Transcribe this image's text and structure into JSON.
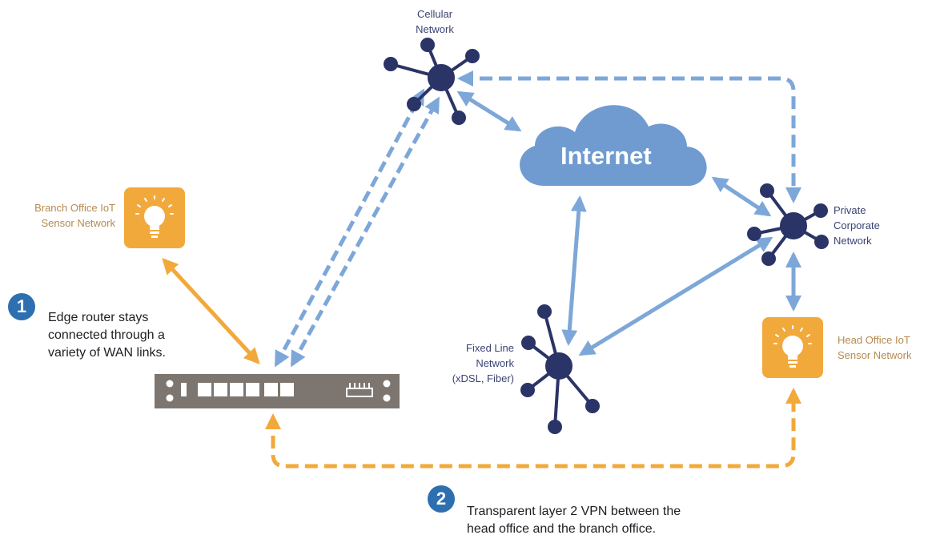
{
  "nodes": {
    "cellular": {
      "label": "Cellular\nNetwork"
    },
    "internet": {
      "label": "Internet"
    },
    "private_corporate": {
      "label": "Private\nCorporate\nNetwork"
    },
    "fixed_line": {
      "label": "Fixed Line\nNetwork\n(xDSL, Fiber)"
    },
    "branch_iot": {
      "label": "Branch Office IoT\nSensor Network"
    },
    "head_iot": {
      "label": "Head Office IoT\nSensor Network"
    }
  },
  "steps": [
    {
      "number": "1",
      "text": "Edge router stays\nconnected through a\nvariety of WAN links."
    },
    {
      "number": "2",
      "text": "Transparent layer 2 VPN between the\nhead office and the branch office."
    }
  ],
  "colors": {
    "link_blue": "#7da7d8",
    "vpn_orange": "#f2a93b",
    "hub_navy": "#2b3466",
    "cloud_blue": "#6f9bd0",
    "router_gray": "#7d7670",
    "badge_blue": "#2e6fb0"
  }
}
